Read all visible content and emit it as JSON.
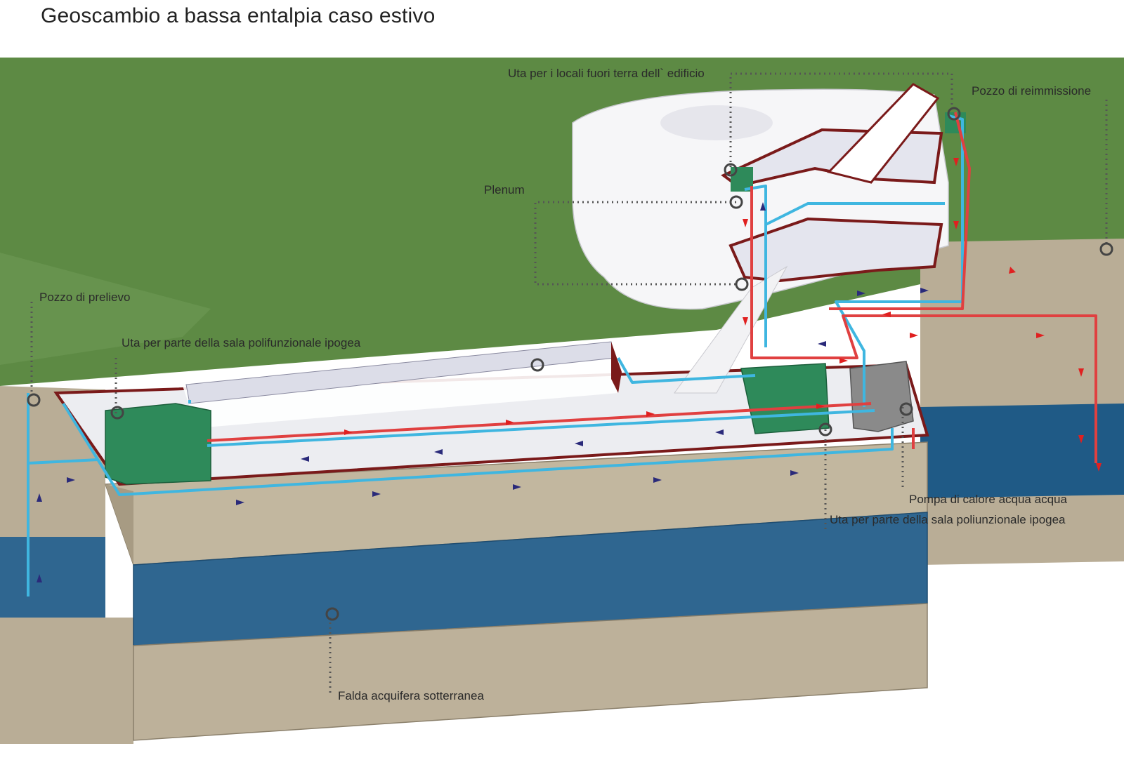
{
  "title": "Geoscambio a bassa entalpia caso estivo",
  "labels": {
    "uta_fuori_terra": "Uta per i locali fuori terra dell` edificio",
    "pozzo_reimmissione": "Pozzo di reimmissione",
    "plenum": "Plenum",
    "pozzo_prelievo": "Pozzo di prelievo",
    "uta_polifunzionale": "Uta per parte della sala polifunzionale ipogea",
    "pompa_calore": "Pompa di calore acqua acqua",
    "uta_poliunzionale": "Uta per parte della sala poliunzionale ipogea",
    "falda": "Falda acquifera sotterranea"
  },
  "colors": {
    "terrain": "#5d8a44",
    "soil": "#b9ad96",
    "aquifer": "#2f6690",
    "cold_pipe": "#3fb6e0",
    "warm_pipe": "#e04040",
    "uta_box": "#2e8a5a",
    "heat_pump": "#8a8a8a",
    "arrow_cold": "#2a2a7a",
    "arrow_warm": "#e02020"
  }
}
